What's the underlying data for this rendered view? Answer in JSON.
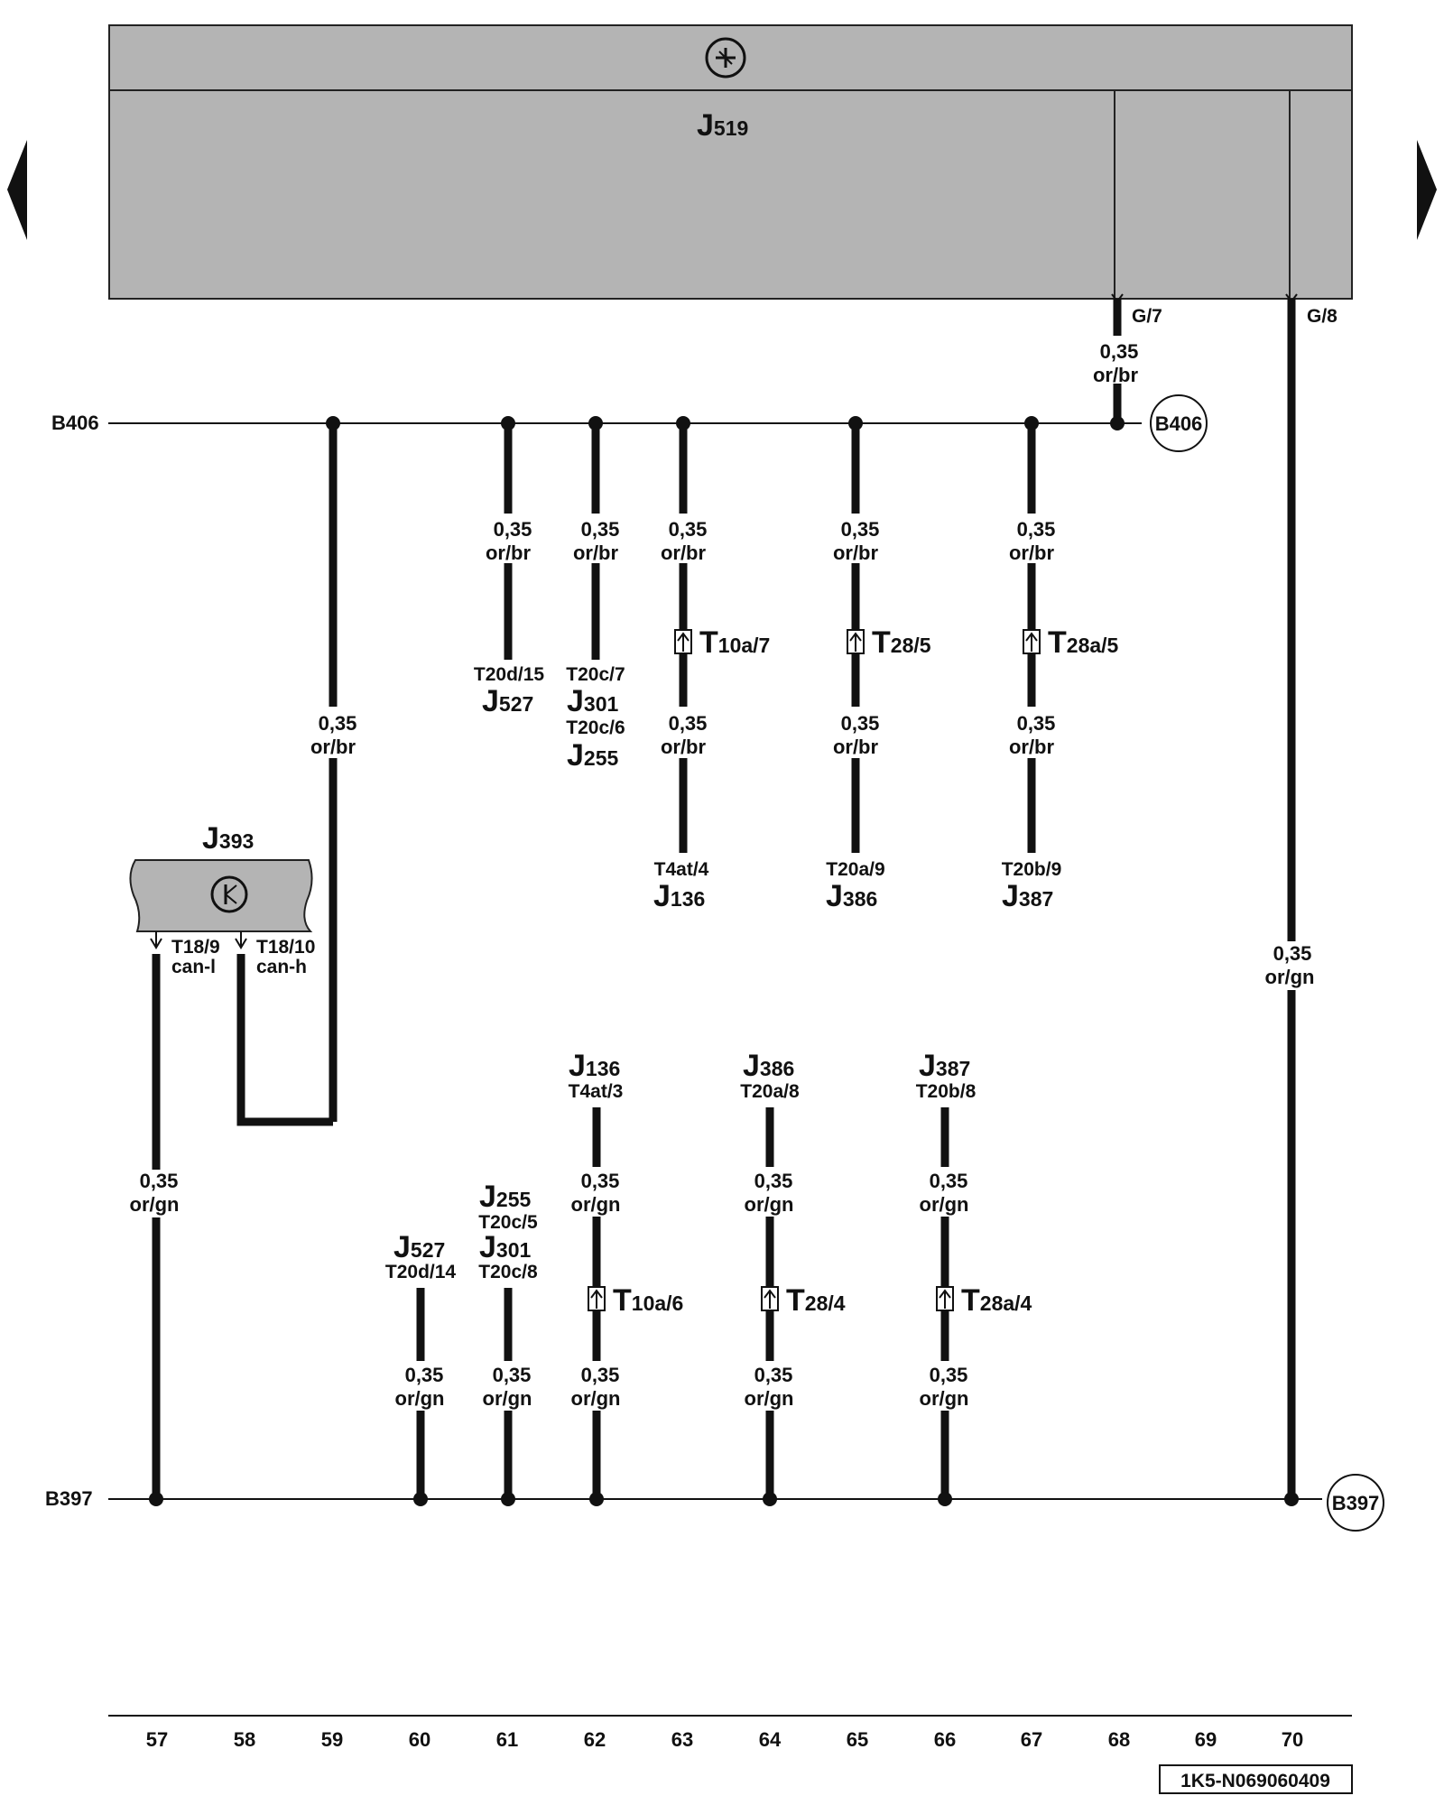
{
  "diagram": {
    "control_unit_top": {
      "name": "J",
      "sub": "519"
    },
    "pins_top": {
      "g7": "G/7",
      "g8": "G/8"
    },
    "bus_labels": {
      "b406": "B406",
      "b397": "B397",
      "b406_circle": "B406",
      "b397_circle": "B397"
    },
    "wire_size": "0,35",
    "colors": {
      "or_br": "or/br",
      "or_gn": "or/gn"
    },
    "j393": {
      "name": "J",
      "sub": "393",
      "pin_l": "T18/9",
      "sig_l": "can-l",
      "pin_h": "T18/10",
      "sig_h": "can-h"
    },
    "upper_ends": {
      "c61": {
        "pin1": "T20d/15",
        "comp1": "J",
        "comp1_sub": "527"
      },
      "c62": {
        "pin1": "T20c/7",
        "comp1": "J",
        "comp1_sub": "301",
        "pin2": "T20c/6",
        "comp2": "J",
        "comp2_sub": "255"
      },
      "c63": {
        "conn": "T",
        "conn_sub": "10a/7",
        "pin": "T4at/4",
        "comp": "J",
        "comp_sub": "136"
      },
      "c65": {
        "conn": "T",
        "conn_sub": "28/5",
        "pin": "T20a/9",
        "comp": "J",
        "comp_sub": "386"
      },
      "c67": {
        "conn": "T",
        "conn_sub": "28a/5",
        "pin": "T20b/9",
        "comp": "J",
        "comp_sub": "387"
      }
    },
    "lower_ends": {
      "c60": {
        "comp": "J",
        "comp_sub": "527",
        "pin": "T20d/14"
      },
      "c61": {
        "comp1": "J",
        "comp1_sub": "255",
        "pin1": "T20c/5",
        "comp2": "J",
        "comp2_sub": "301",
        "pin2": "T20c/8"
      },
      "c62": {
        "comp": "J",
        "comp_sub": "136",
        "pin": "T4at/3",
        "conn": "T",
        "conn_sub": "10a/6"
      },
      "c64": {
        "comp": "J",
        "comp_sub": "386",
        "pin": "T20a/8",
        "conn": "T",
        "conn_sub": "28/4"
      },
      "c66": {
        "comp": "J",
        "comp_sub": "387",
        "pin": "T20b/8",
        "conn": "T",
        "conn_sub": "28a/4"
      }
    },
    "columns": [
      "57",
      "58",
      "59",
      "60",
      "61",
      "62",
      "63",
      "64",
      "65",
      "66",
      "67",
      "68",
      "69",
      "70"
    ],
    "doc_id": "1K5-N069060409"
  }
}
